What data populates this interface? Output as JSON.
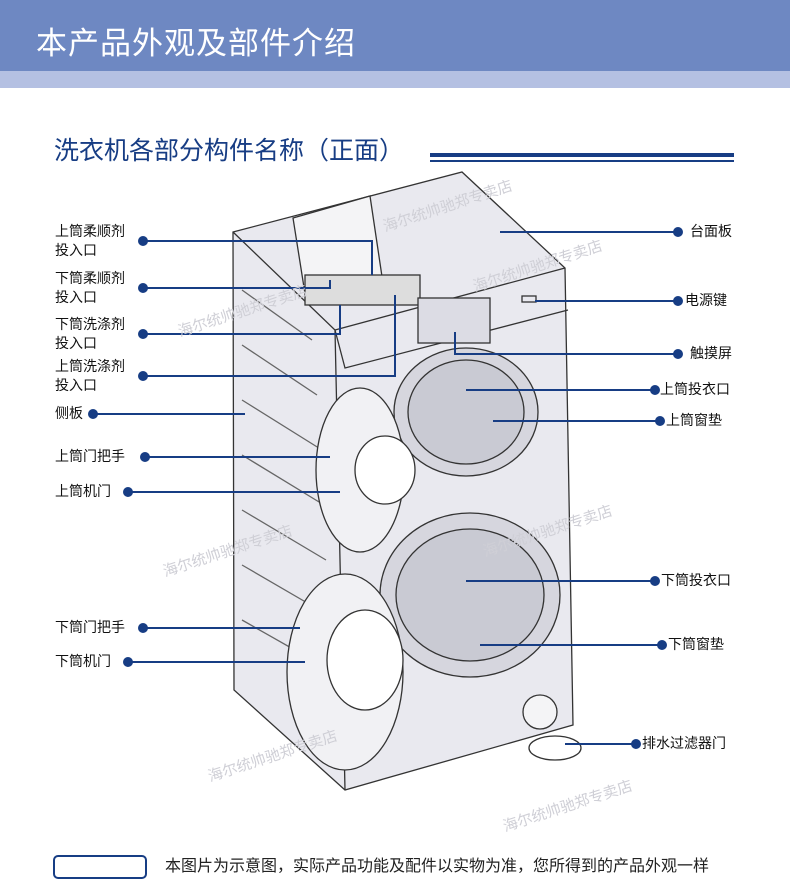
{
  "header": {
    "title": "本产品外观及部件介绍"
  },
  "section": {
    "title": "洗衣机各部分构件名称（正面）"
  },
  "labels_left": [
    {
      "l1": "上筒柔顺剂",
      "l2": "投入口"
    },
    {
      "l1": "下筒柔顺剂",
      "l2": "投入口"
    },
    {
      "l1": "下筒洗涤剂",
      "l2": "投入口"
    },
    {
      "l1": "上筒洗涤剂",
      "l2": "投入口"
    },
    {
      "l1": "侧板"
    },
    {
      "l1": "上筒门把手"
    },
    {
      "l1": "上筒机门"
    },
    {
      "l1": "下筒门把手"
    },
    {
      "l1": "下筒机门"
    }
  ],
  "labels_right": [
    "台面板",
    "电源键",
    "触摸屏",
    "上筒投衣口",
    "上筒窗垫",
    "下筒投衣口",
    "下筒窗垫",
    "排水过滤器门"
  ],
  "watermark": "海尔统帅驰郑专卖店",
  "note": "本图片为示意图，实际产品功能及配件以实物为准，您所得到的产品外观一样"
}
